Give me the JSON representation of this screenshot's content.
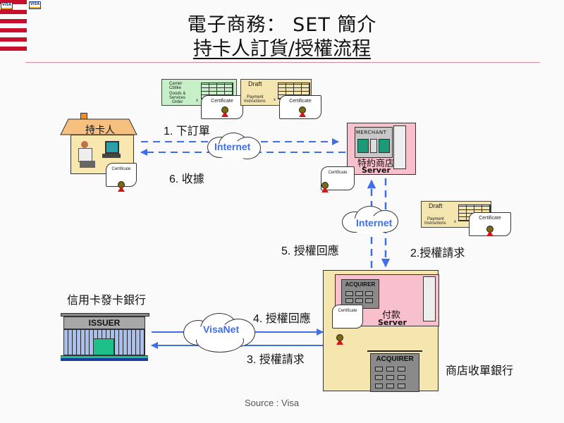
{
  "header": {
    "title": "電子商務： SET 簡介",
    "subtitle": "持卡人訂貨/授權流程",
    "logos": [
      "visa-card-logo",
      "visa-card-logo"
    ]
  },
  "colors": {
    "stripe": "#c8102e",
    "arrow": "#3f6fe6",
    "house": "#f8e8b0",
    "merchant_box": "#f8c0cc",
    "acquirer_box": "#f5e6b0",
    "issuer_glass": "#a8c0f0"
  },
  "nodes": {
    "cardholder": {
      "label": "持卡人",
      "cert_label": "Certificate"
    },
    "merchant": {
      "sign": "MERCHANT",
      "label": "特約商店",
      "server": "Server",
      "cert_label": "Certificate"
    },
    "payment_gateway": {
      "sign": "ACQUIRER",
      "label": "付款",
      "server": "Server",
      "cert_label": "Certificate"
    },
    "acquirer_bank": {
      "sign": "ACQUIRER",
      "label": "商店收單銀行"
    },
    "issuer_bank": {
      "sign": "ISSUER",
      "label": "信用卡發卡銀行"
    }
  },
  "documents": {
    "order": {
      "lines": [
        "Carrier",
        "Cbtike",
        "Goods &",
        "Services",
        "Order"
      ],
      "mark": "x",
      "cert_label": "Certificate"
    },
    "draft1": {
      "title": "Draft",
      "lines": [
        "Payment",
        "Instructions"
      ],
      "mark": "x",
      "cert_label": "Certificate"
    },
    "draft2": {
      "title": "Draft",
      "lines": [
        "Payment",
        "Instructions"
      ],
      "mark": "x",
      "cert_label": "Certificate"
    }
  },
  "networks": {
    "internet_top": "Internet",
    "internet_right": "Internet",
    "visanet": "VisaNet"
  },
  "steps": {
    "s1": "1. 下訂單",
    "s2": "2.授權請求",
    "s3": "3. 授權請求",
    "s4": "4. 授權回應",
    "s5": "5. 授權回應",
    "s6": "6. 收據"
  },
  "footer": {
    "source": "Source : Visa"
  }
}
